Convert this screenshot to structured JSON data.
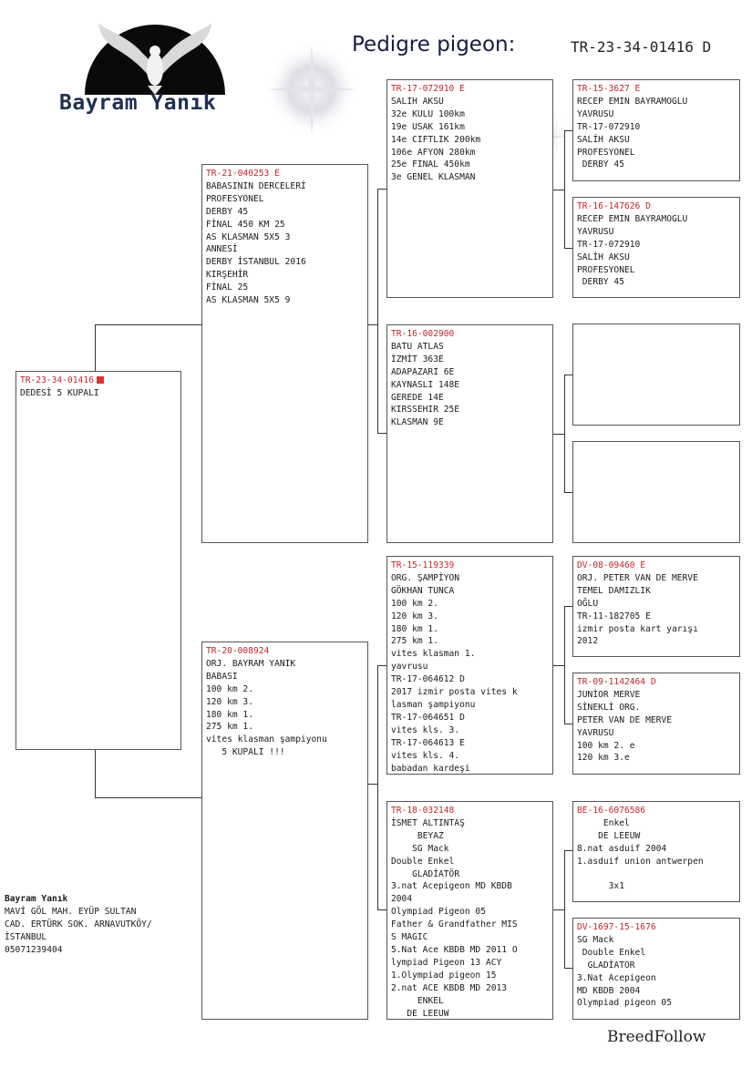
{
  "header": {
    "breeder_name": "Bayram Yanık",
    "title": "Pedigre pigeon:",
    "ring": "TR-23-34-01416 D"
  },
  "pigeon": {
    "ring": "TR-23-34-01416",
    "text": "DEDESİ 5 KUPALI"
  },
  "sire": {
    "ring": "TR-21-040253 E",
    "text": "BABASININ DERCELERİ\nPROFESYONEL\nDERBY 45\nFİNAL 450 KM 25\nAS KLASMAN 5X5 3\nANNESİ\nDERBY İSTANBUL 2016\nKIRŞEHİR\nFİNAL 25\nAS KLASMAN 5X5 9"
  },
  "dam": {
    "ring": "TR-20-008924",
    "text": "ORJ. BAYRAM YANIK\nBABASI\n100 km 2.\n120 km 3.\n180 km 1.\n275 km 1.\nvites klasman şampiyonu\n   5 KUPALI !!!"
  },
  "ss": {
    "ring": "TR-17-072910 E",
    "text": "SALIH AKSU\n32e KULU 100km\n19e USAK 161km\n14e CIFTLIK 200km\n106e AFYON 280km\n25e FINAL 450km\n3e GENEL KLASMAN"
  },
  "sd": {
    "ring": "TR-16-002900",
    "text": "BATU ATLAS\nİZMİT 363E\nADAPAZARI 6E\nKAYNASLI 148E\nGEREDE 14E\nKIRSSEHIR 25E\nKLASMAN 9E"
  },
  "ds": {
    "ring": "TR-15-119339",
    "text": "ORG. ŞAMPİYON\nGÖKHAN TUNCA\n100 km 2.\n120 km 3.\n180 km 1.\n275 km 1.\nvites klasman 1.\nyavrusu\nTR-17-064612 D\n2017 izmir posta vites k\nlasman şampiyonu\nTR-17-064651 D\nvites kls. 3.\nTR-17-064613 E\nvites kls. 4.\nbabadan kardeşi"
  },
  "dd": {
    "ring": "TR-18-032148",
    "text": "İSMET ALTINTAŞ\n     BEYAZ\n    SG Mack\nDouble Enkel\n    GLADİATÖR\n3.nat Acepigeon MD KBDB\n2004\nOlympiad Pigeon 05\nFather & Grandfather MIS\nS MAGIC\n5.Nat Ace KBDB MD 2011 O\nlympiad Pigeon 13 ACY\n1.Olympiad pigeon 15\n2.nat ACE KBDB MD 2013\n     ENKEL\n   DE LEEUW"
  },
  "sss": {
    "ring": "TR-15-3627 E",
    "text": "RECEP EMIN BAYRAMOGLU\nYAVRUSU\nTR-17-072910\nSALİH AKSU\nPROFESYONEL\n DERBY 45"
  },
  "ssd": {
    "ring": "TR-16-147626 D",
    "text": "RECEP EMIN BAYRAMOGLU\nYAVRUSU\nTR-17-072910\nSALİH AKSU\nPROFESYONEL\n DERBY 45"
  },
  "sds": {
    "ring": "",
    "text": ""
  },
  "sdd": {
    "ring": "",
    "text": ""
  },
  "dss": {
    "ring": "DV-08-09460 E",
    "text": "ORJ. PETER VAN DE MERVE\nTEMEL DAMIZLIK\nOĞLU\nTR-11-182705 E\nizmir posta kart yarışı\n2012"
  },
  "dsd": {
    "ring": "TR-09-1142464 D",
    "text": "JUNİOR MERVE\nSİNEKLİ ORG.\nPETER VAN DE MERVE\nYAVRUSU\n100 km 2. e\n120 km 3.e"
  },
  "dds": {
    "ring": "BE-16-6076586",
    "text": "     Enkel\n    DE LEEUW\n8.nat asduif 2004\n1.asduif union antwerpen\n\n      3x1"
  },
  "ddd": {
    "ring": "DV-1697-15-1676",
    "text": "SG Mack\n Double Enkel\n  GLADİATOR\n3.Nat Acepigeon\nMD KBDB 2004\nOlympiad pigeon 05"
  },
  "breeder": {
    "name": "Bayram Yanık",
    "address1": "MAVİ GÖL MAH. EYÜP SULTAN",
    "address2": "CAD. ERTÜRK SOK. ARNAVUTKÖY/",
    "address3": "İSTANBUL",
    "phone": "05071239404"
  },
  "footer": {
    "brand": "BreedFollow"
  },
  "colors": {
    "ring_red": "#c1272d",
    "title_navy": "#161c40",
    "name_navy": "#1f3052",
    "border": "#555555"
  }
}
